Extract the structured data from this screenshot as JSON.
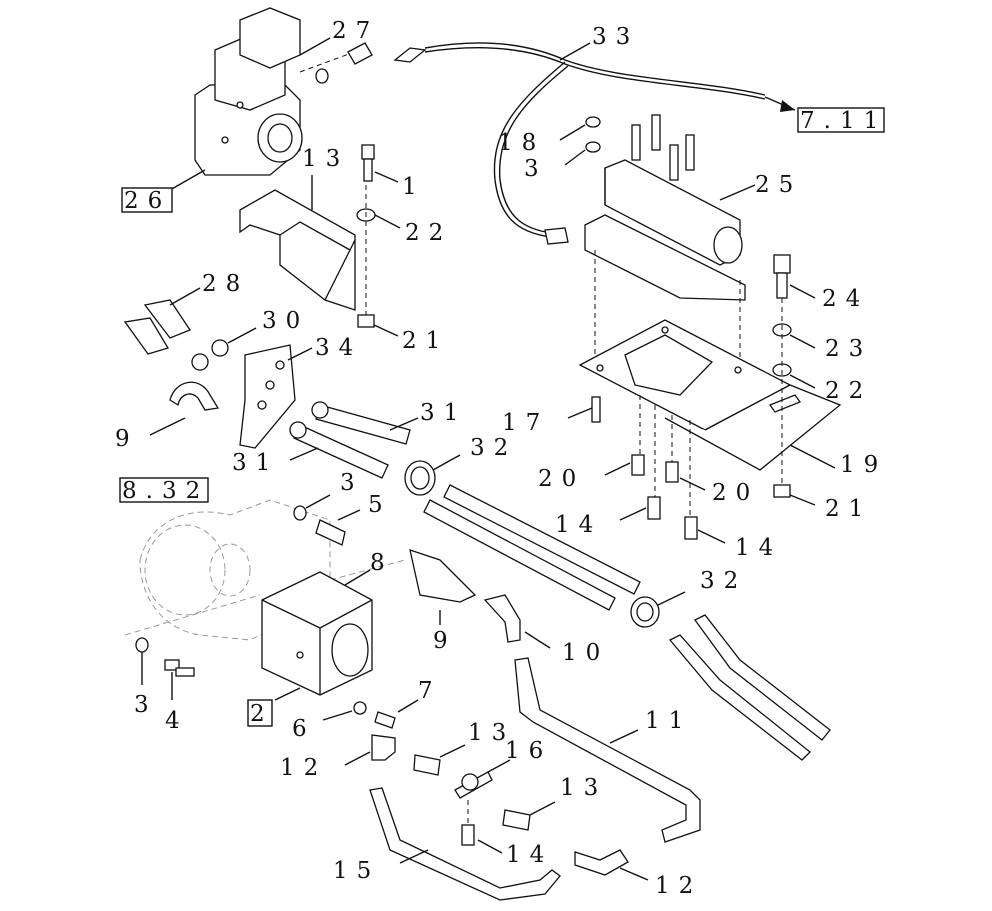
{
  "callouts": [
    {
      "id": "c27",
      "text": "27"
    },
    {
      "id": "c33",
      "text": "33"
    },
    {
      "id": "c13a",
      "text": "13"
    },
    {
      "id": "c1",
      "text": "1"
    },
    {
      "id": "c18",
      "text": "18"
    },
    {
      "id": "c3a",
      "text": "3"
    },
    {
      "id": "c25",
      "text": "25"
    },
    {
      "id": "c22a",
      "text": "22"
    },
    {
      "id": "c28",
      "text": "28"
    },
    {
      "id": "c30",
      "text": "30"
    },
    {
      "id": "c24",
      "text": "24"
    },
    {
      "id": "c34",
      "text": "34"
    },
    {
      "id": "c21a",
      "text": "21"
    },
    {
      "id": "c23",
      "text": "23"
    },
    {
      "id": "c22b",
      "text": "22"
    },
    {
      "id": "c31a",
      "text": "31"
    },
    {
      "id": "c17",
      "text": "17"
    },
    {
      "id": "c9a",
      "text": "9"
    },
    {
      "id": "c32a",
      "text": "32"
    },
    {
      "id": "c31b",
      "text": "31"
    },
    {
      "id": "c19",
      "text": "19"
    },
    {
      "id": "c20a",
      "text": "20"
    },
    {
      "id": "c3b",
      "text": "3"
    },
    {
      "id": "c20b",
      "text": "20"
    },
    {
      "id": "c21b",
      "text": "21"
    },
    {
      "id": "c5",
      "text": "5"
    },
    {
      "id": "c14a",
      "text": "14"
    },
    {
      "id": "c14b",
      "text": "14"
    },
    {
      "id": "c8",
      "text": "8"
    },
    {
      "id": "c32b",
      "text": "32"
    },
    {
      "id": "c9b",
      "text": "9"
    },
    {
      "id": "c10",
      "text": "10"
    },
    {
      "id": "c3c",
      "text": "3"
    },
    {
      "id": "c4",
      "text": "4"
    },
    {
      "id": "c7",
      "text": "7"
    },
    {
      "id": "c6",
      "text": "6"
    },
    {
      "id": "c11",
      "text": "11"
    },
    {
      "id": "c13b",
      "text": "13"
    },
    {
      "id": "c16",
      "text": "16"
    },
    {
      "id": "c12a",
      "text": "12"
    },
    {
      "id": "c13c",
      "text": "13"
    },
    {
      "id": "c14c",
      "text": "14"
    },
    {
      "id": "c15",
      "text": "15"
    },
    {
      "id": "c12b",
      "text": "12"
    }
  ],
  "references": {
    "ref_26": "26",
    "ref_7_11": "7.11",
    "ref_8_32": "8.32",
    "ref_2": "2"
  }
}
